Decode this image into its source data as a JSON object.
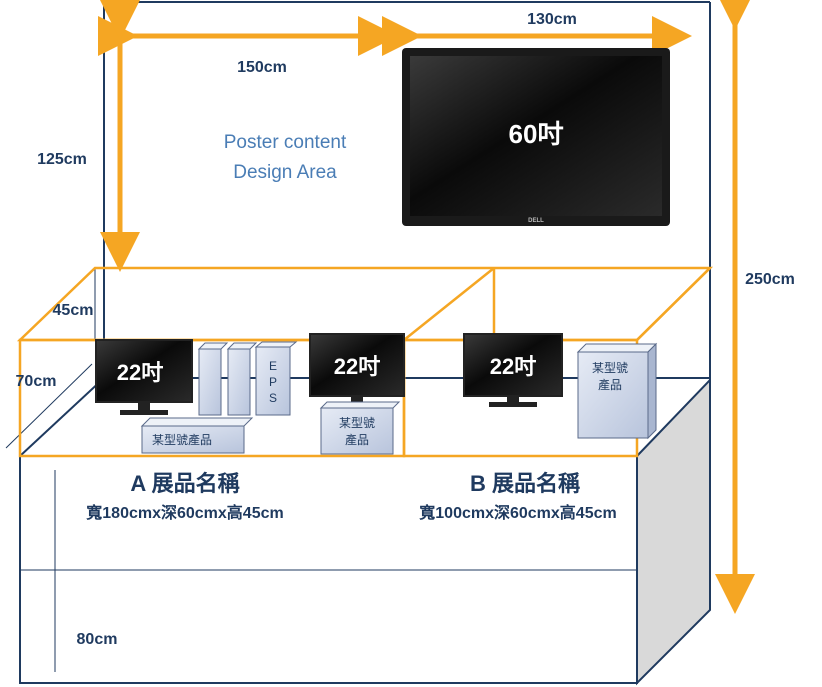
{
  "dimensions": {
    "poster_width": "150cm",
    "monitor_width": "130cm",
    "poster_height": "125cm",
    "total_height": "250cm",
    "table_height": "45cm",
    "table_depth": "70cm",
    "base_height": "80cm"
  },
  "poster_area": {
    "line1": "Poster content",
    "line2": "Design Area"
  },
  "large_monitor": {
    "label": "60吋",
    "brand": "DELL"
  },
  "small_monitors": [
    {
      "label": "22吋"
    },
    {
      "label": "22吋"
    },
    {
      "label": "22吋"
    }
  ],
  "products": {
    "eps": [
      "E",
      "P",
      "S"
    ],
    "box_a_left": "某型號產品",
    "box_a_right": [
      "某型號",
      "產品"
    ],
    "box_b": [
      "某型號",
      "產品"
    ]
  },
  "exhibits": [
    {
      "name": "A 展品名稱",
      "size": "寬180cmx深60cmx高45cm"
    },
    {
      "name": "B 展品名稱",
      "size": "寬100cmx深60cmx高45cm"
    }
  ],
  "colors": {
    "outline": "#1f3a5f",
    "accent": "#f5a623",
    "poster_text": "#4a7db5",
    "box_fill": "#c9d3e6"
  }
}
